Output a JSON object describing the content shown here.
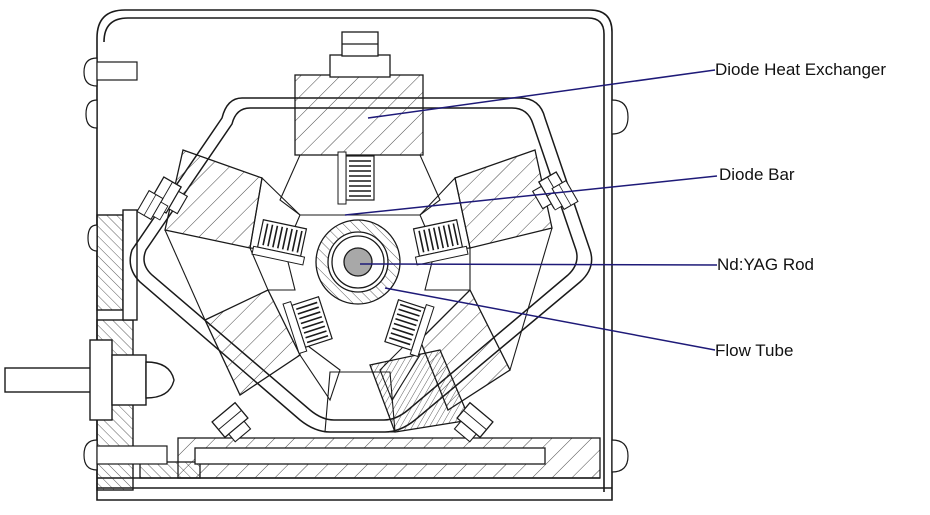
{
  "labels": [
    {
      "text": "Diode Heat Exchanger"
    },
    {
      "text": "Diode Bar"
    },
    {
      "text": "Nd:YAG Rod"
    },
    {
      "text": "Flow Tube"
    }
  ],
  "colors": {
    "leader": "#1e1a78",
    "stroke": "#1a1a1a",
    "hatch": "#333333",
    "rod_fill": "#a8a8a8",
    "background": "#ffffff"
  }
}
